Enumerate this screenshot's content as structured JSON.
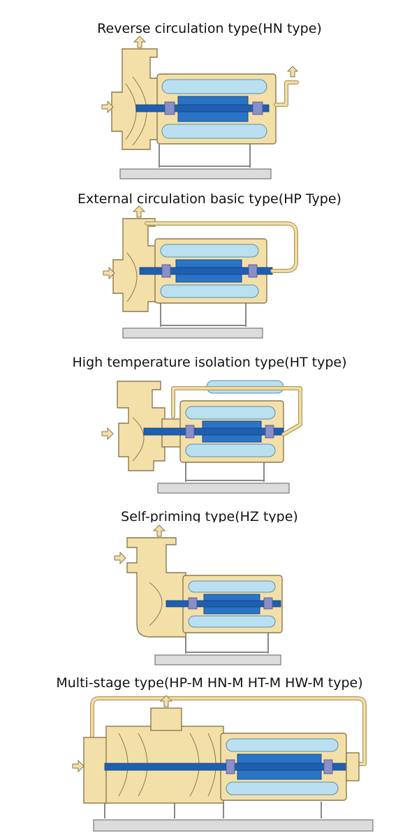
{
  "diagrams": [
    {
      "caption": "Reverse circulation type(HN type)"
    },
    {
      "caption": "External circulation basic type(HP Type)"
    },
    {
      "caption": "High temperature isolation type(HT type)"
    },
    {
      "caption": "Self-priming type(HZ type)"
    },
    {
      "caption": "Multi-stage type(HP-M HN-M HT-M HW-M type)"
    }
  ],
  "colors": {
    "casing": "#f3dfa8",
    "casing_stroke": "#8a7a50",
    "stator": "#b9dff0",
    "rotor": "#2a74c6",
    "shaft": "#1f5fb0",
    "bearing": "#8a8fc8",
    "base": "#dcdcdc",
    "base_stroke": "#777777",
    "pipe": "#e9cf8a",
    "arrow": "#f3dfa8"
  }
}
